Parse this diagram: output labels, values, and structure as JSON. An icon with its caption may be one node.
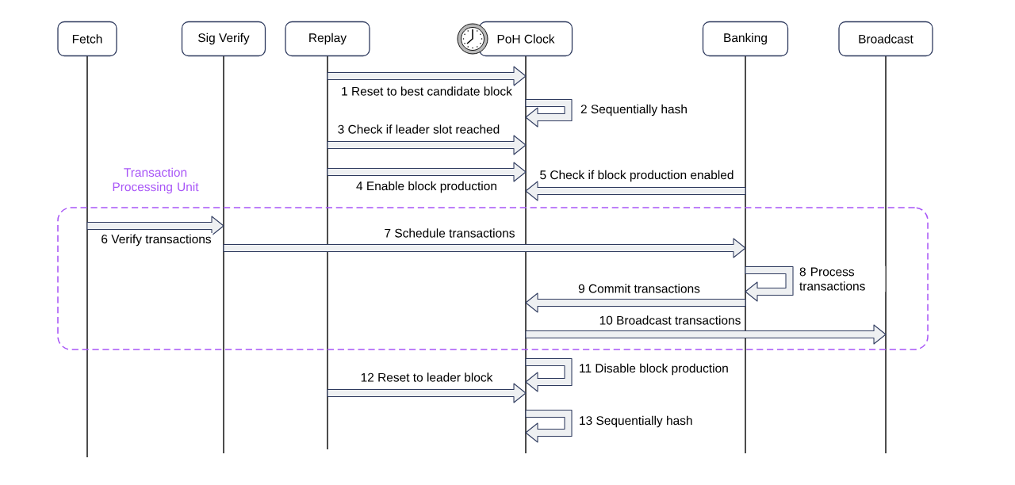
{
  "diagram": {
    "nodes": [
      {
        "text": [
          "Fetch"
        ]
      },
      {
        "text": [
          "Sig Verify"
        ]
      },
      {
        "text": [
          "Replay"
        ]
      },
      {
        "text": [
          "PoH Clock"
        ]
      },
      {
        "text": [
          "Banking"
        ]
      },
      {
        "text": [
          "Broadcast"
        ]
      },
      {
        "text": [
          "Transaction Processing Unit"
        ]
      }
    ],
    "edges": [
      {
        "from": 2,
        "to": 3,
        "arrow": "to",
        "label": "1 Reset to best candidate block"
      },
      {
        "from": 3,
        "to": 3,
        "arrow": "to",
        "label": "2 Sequentially hash"
      },
      {
        "from": 2,
        "to": 3,
        "arrow": "to",
        "label": "3 Check if leader slot reached"
      },
      {
        "from": 2,
        "to": 3,
        "arrow": "to",
        "label": "4 Enable block production"
      },
      {
        "from": 4,
        "to": 3,
        "arrow": "to",
        "label": "5 Check if block production enabled"
      },
      {
        "from": 0,
        "to": 1,
        "arrow": "to",
        "label": "6 Verify transactions"
      },
      {
        "from": 1,
        "to": 4,
        "arrow": "to",
        "label": "7 Schedule transactions"
      },
      {
        "from": 4,
        "to": 4,
        "arrow": "to",
        "label": "8 Process transactions"
      },
      {
        "from": 4,
        "to": 3,
        "arrow": "to",
        "label": "9 Commit transactions"
      },
      {
        "from": 3,
        "to": 5,
        "arrow": "to",
        "label": "10 Broadcast transactions"
      },
      {
        "from": 3,
        "to": 3,
        "arrow": "to",
        "label": "11 Disable block production"
      },
      {
        "from": 2,
        "to": 3,
        "arrow": "to",
        "label": "12 Reset to leader block"
      },
      {
        "from": 3,
        "to": 3,
        "arrow": "to",
        "label": "13 Sequentially hash"
      }
    ]
  }
}
